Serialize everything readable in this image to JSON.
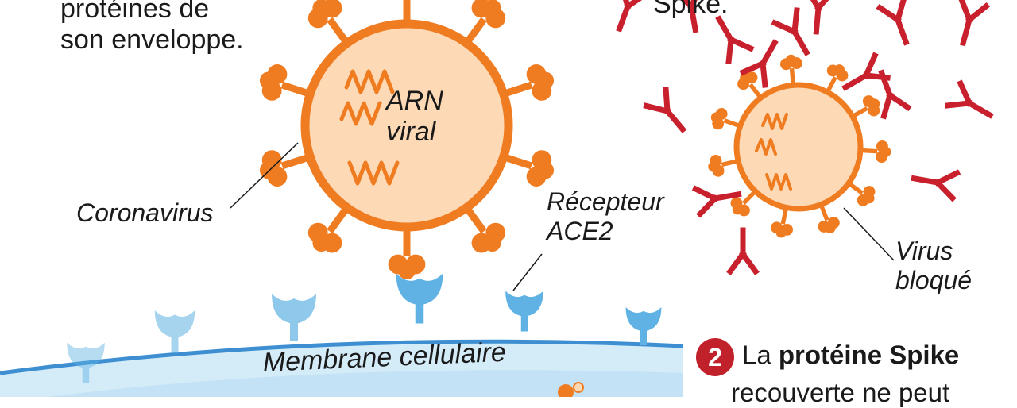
{
  "intro": {
    "line1": "protéines de",
    "line2": "son enveloppe."
  },
  "top_right_text": "Spike.",
  "labels": {
    "arn_line1": "ARN",
    "arn_line2": "viral",
    "coronavirus": "Coronavirus",
    "recepteur_line1": "Récepteur",
    "recepteur_line2": "ACE2",
    "virus_line1": "Virus",
    "virus_line2": "bloqué",
    "membrane": "Membrane cellulaire"
  },
  "step2": {
    "number": "2",
    "prefix": "La",
    "bold": "protéine Spike",
    "line2": "recouverte ne peut"
  },
  "colors": {
    "virus_orange": "#f07c22",
    "virus_fill": "#fdd9b5",
    "antibody_red": "#c8202c",
    "receptor_blue": "#5fb2e3",
    "membrane_blue": "#cde8f7",
    "badge_red": "#c1212a"
  }
}
